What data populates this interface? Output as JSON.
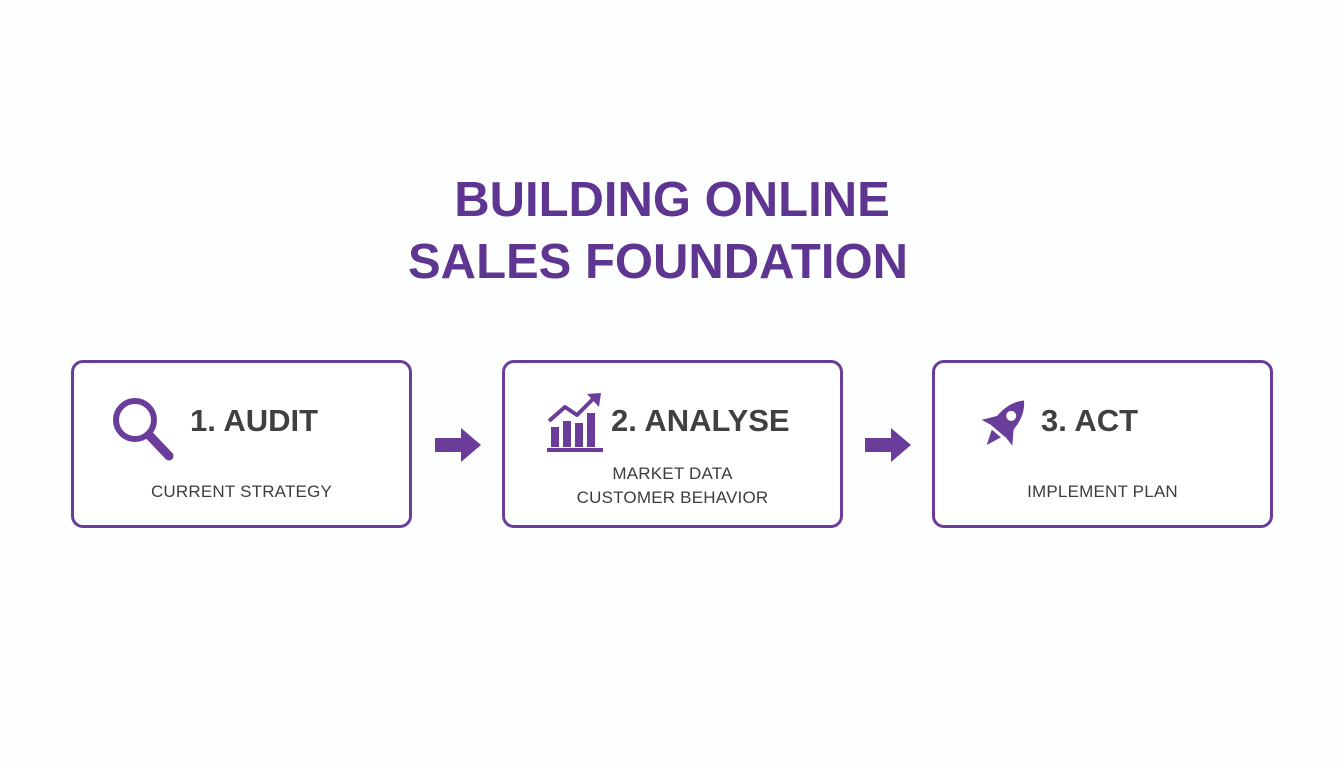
{
  "title": {
    "line1": "BUILDING ONLINE",
    "line2": "SALES FOUNDATION"
  },
  "colors": {
    "accent": "#5e3591",
    "border": "#6a3d9a",
    "text": "#404040"
  },
  "steps": [
    {
      "label": "1. AUDIT",
      "icon": "magnifying-glass-icon",
      "lines": [
        "CURRENT STRATEGY"
      ]
    },
    {
      "label": "2. ANALYSE",
      "icon": "growth-chart-icon",
      "lines": [
        "MARKET DATA",
        "CUSTOMER BEHAVIOR"
      ]
    },
    {
      "label": "3. ACT",
      "icon": "rocket-icon",
      "lines": [
        "IMPLEMENT PLAN"
      ]
    }
  ],
  "connectors": [
    "arrow-right-icon",
    "arrow-right-icon"
  ]
}
